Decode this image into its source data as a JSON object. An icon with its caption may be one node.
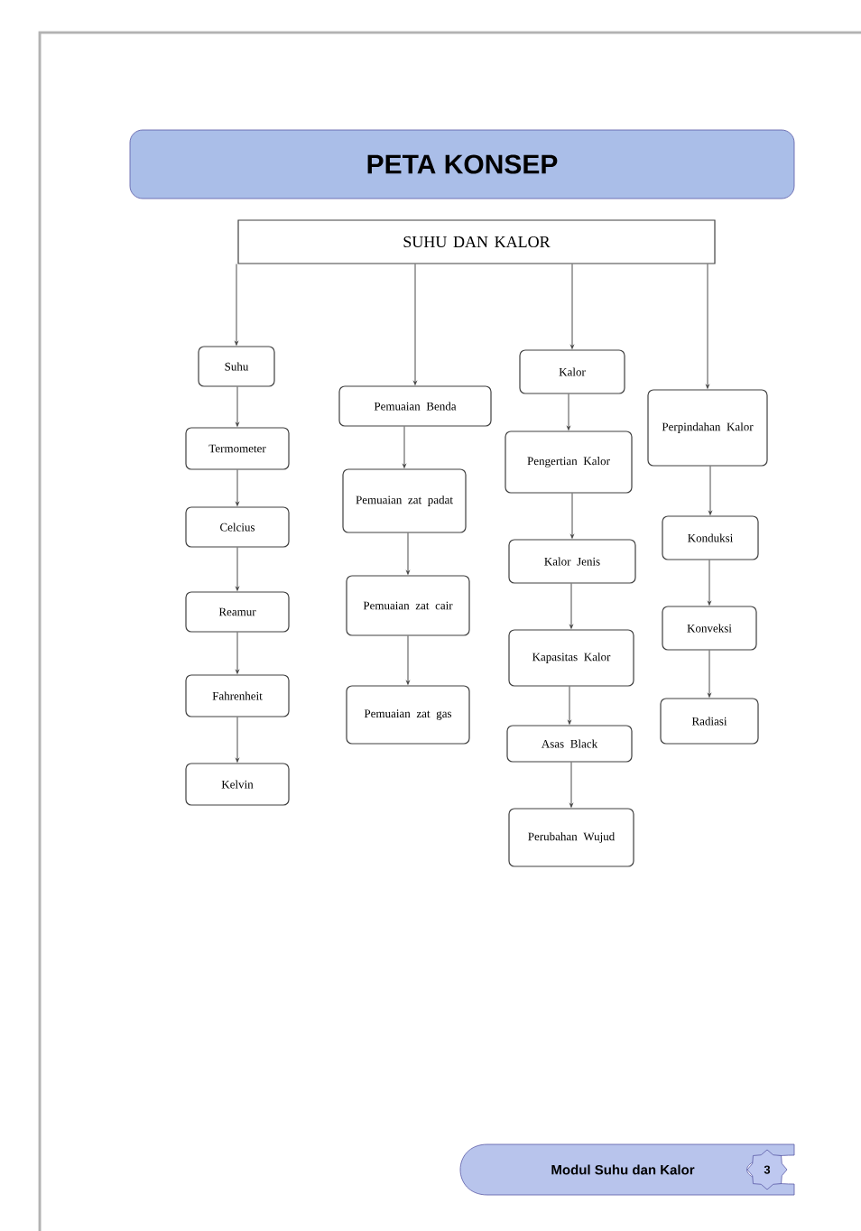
{
  "diagram": {
    "title": "PETA KONSEP",
    "nodes": [
      {
        "text": [
          "SUHU DAN KALOR"
        ]
      },
      {
        "text": [
          "Suhu"
        ]
      },
      {
        "text": [
          "Termometer"
        ]
      },
      {
        "text": [
          "Celcius"
        ]
      },
      {
        "text": [
          "Reamur"
        ]
      },
      {
        "text": [
          "Fahrenheit"
        ]
      },
      {
        "text": [
          "Kelvin"
        ]
      },
      {
        "text": [
          "Pemuaian Benda"
        ]
      },
      {
        "text": [
          "Pemuaian zat padat"
        ]
      },
      {
        "text": [
          "Pemuaian zat cair"
        ]
      },
      {
        "text": [
          "Pemuaian zat gas"
        ]
      },
      {
        "text": [
          "Kalor"
        ]
      },
      {
        "text": [
          "Pengertian Kalor"
        ]
      },
      {
        "text": [
          "Kalor Jenis"
        ]
      },
      {
        "text": [
          "Kapasitas Kalor"
        ]
      },
      {
        "text": [
          "Asas Black"
        ]
      },
      {
        "text": [
          "Perubahan Wujud"
        ]
      },
      {
        "text": [
          "Perpindahan Kalor"
        ]
      },
      {
        "text": [
          "Konduksi"
        ]
      },
      {
        "text": [
          "Konveksi"
        ]
      },
      {
        "text": [
          "Radiasi"
        ]
      }
    ],
    "edges": [
      {
        "from": 0,
        "to": 1,
        "arrow": "to"
      },
      {
        "from": 0,
        "to": 7,
        "arrow": "to"
      },
      {
        "from": 0,
        "to": 11,
        "arrow": "to"
      },
      {
        "from": 0,
        "to": 17,
        "arrow": "to"
      },
      {
        "from": 1,
        "to": 2,
        "arrow": "to"
      },
      {
        "from": 2,
        "to": 3,
        "arrow": "to"
      },
      {
        "from": 3,
        "to": 4,
        "arrow": "to"
      },
      {
        "from": 4,
        "to": 5,
        "arrow": "to"
      },
      {
        "from": 5,
        "to": 6,
        "arrow": "to"
      },
      {
        "from": 7,
        "to": 8,
        "arrow": "to"
      },
      {
        "from": 8,
        "to": 9,
        "arrow": "to"
      },
      {
        "from": 9,
        "to": 10,
        "arrow": "to"
      },
      {
        "from": 11,
        "to": 12,
        "arrow": "to"
      },
      {
        "from": 12,
        "to": 13,
        "arrow": "to"
      },
      {
        "from": 13,
        "to": 14,
        "arrow": "to"
      },
      {
        "from": 14,
        "to": 15,
        "arrow": "to"
      },
      {
        "from": 15,
        "to": 16,
        "arrow": "to"
      },
      {
        "from": 17,
        "to": 18,
        "arrow": "to"
      },
      {
        "from": 18,
        "to": 19,
        "arrow": "to"
      },
      {
        "from": 19,
        "to": 20,
        "arrow": "to"
      }
    ],
    "labels": [
      "Modul Suhu dan Kalor",
      "3"
    ]
  }
}
